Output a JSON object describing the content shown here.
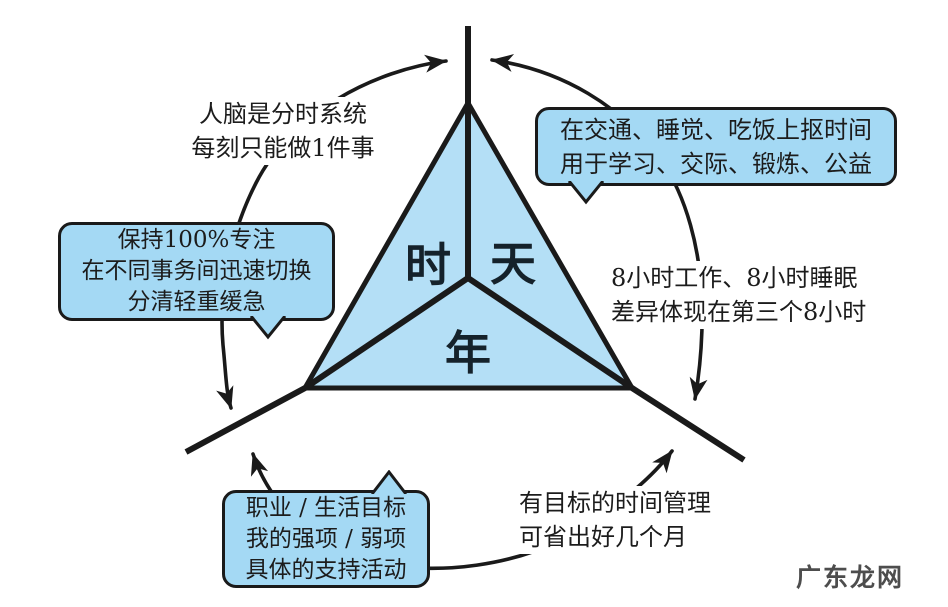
{
  "triangle": {
    "labels": {
      "hour": "时",
      "day": "天",
      "year": "年"
    },
    "fill_color": "#b4dff6"
  },
  "callouts": {
    "left": {
      "lines": [
        "保持100%专注",
        "在不同事务间迅速切换",
        "分清轻重缓急"
      ]
    },
    "top_right": {
      "lines": [
        "在交通、睡觉、吃饭上抠时间",
        "用于学习、交际、锻炼、公益"
      ]
    },
    "bottom_left": {
      "lines": [
        "职业 / 生活目标",
        "我的强项 / 弱项",
        "具体的支持活动"
      ]
    },
    "fill_color": "#a4d9f4"
  },
  "annotations": {
    "top_left": {
      "lines": [
        "人脑是分时系统",
        "每刻只能做1件事"
      ]
    },
    "right": {
      "lines": [
        "8小时工作、8小时睡眠",
        "差异体现在第三个8小时"
      ]
    },
    "bottom_right": {
      "lines": [
        "有目标的时间管理",
        "可省出好几个月"
      ]
    }
  },
  "watermark": {
    "text": "广东龙网"
  },
  "colors": {
    "stroke": "#1a1a1a",
    "triangle_fill": "#b4dff6",
    "callout_fill": "#a4d9f4"
  }
}
